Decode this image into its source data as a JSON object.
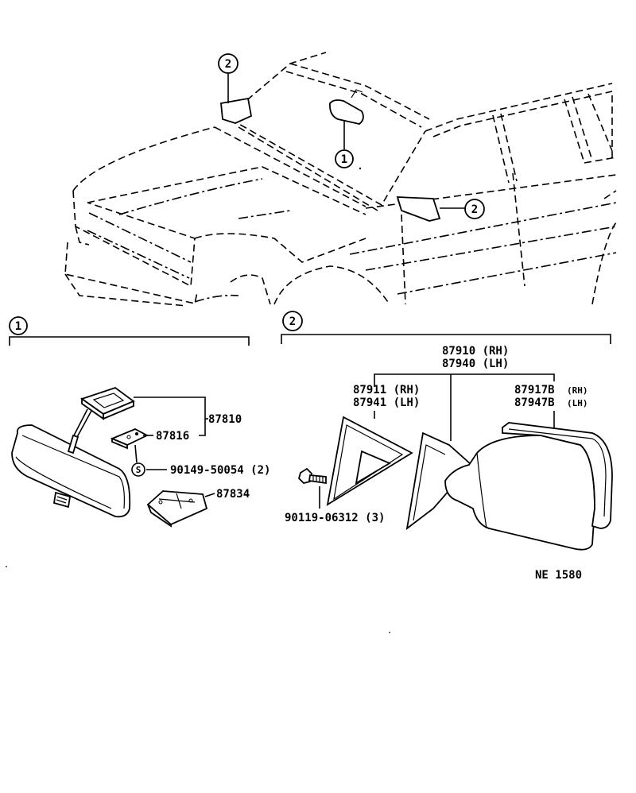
{
  "callouts": {
    "c1": "1",
    "c2": "2"
  },
  "section1": {
    "index": "1",
    "parts": {
      "p87810": "87810",
      "p87816": "87816",
      "s_symbol": "S",
      "p90149": "90149-50054 (2)",
      "p87834": "87834"
    }
  },
  "section2": {
    "index": "2",
    "parts": {
      "p87910": "87910 (RH)",
      "p87940": "87940 (LH)",
      "p87911": "87911 (RH)",
      "p87941": "87941 (LH)",
      "p87917b": "87917B",
      "p87917b_side": "(RH)",
      "p87947b": "87947B",
      "p87947b_side": "(LH)",
      "p90119": "90119-06312 (3)"
    }
  },
  "ref_code": "NE  1580"
}
